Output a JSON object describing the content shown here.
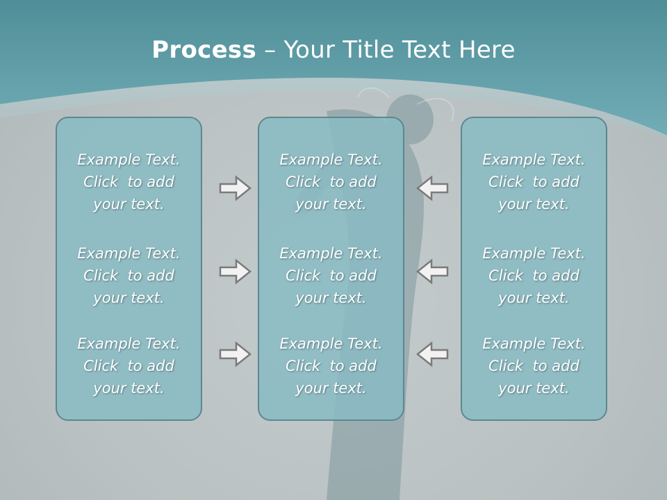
{
  "slide": {
    "title_bold": "Process",
    "title_rest": " – Your Title Text Here",
    "accent_color": "#6aa4ad",
    "box_fill": "#8abbc3",
    "box_border": "#5d878f"
  },
  "columns": [
    {
      "entries": [
        [
          "Example Text.",
          "Click  to add",
          "your text."
        ],
        [
          "Example Text.",
          "Click  to add",
          "your text."
        ],
        [
          "Example Text.",
          "Click  to add",
          "your text."
        ]
      ]
    },
    {
      "entries": [
        [
          "Example Text.",
          "Click  to add",
          "your text."
        ],
        [
          "Example Text.",
          "Click  to add",
          "your text."
        ],
        [
          "Example Text.",
          "Click  to add",
          "your text."
        ]
      ]
    },
    {
      "entries": [
        [
          "Example Text.",
          "Click  to add",
          "your text."
        ],
        [
          "Example Text.",
          "Click  to add",
          "your text."
        ],
        [
          "Example Text.",
          "Click  to add",
          "your text."
        ]
      ]
    }
  ],
  "arrows": {
    "left_group": "arrow-right-icon",
    "right_group": "arrow-left-icon"
  }
}
